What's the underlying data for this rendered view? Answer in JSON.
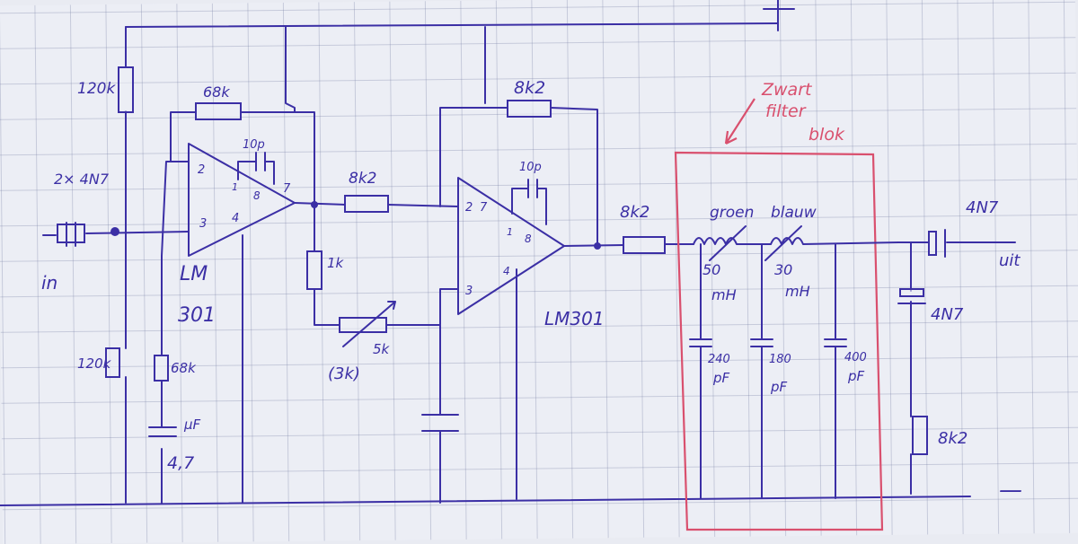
{
  "labels": {
    "plus": "+",
    "minus": "—",
    "r_top_left": "120k",
    "r_bottom_left": "120k",
    "r_feedback1": "68k",
    "r_bias1": "68k",
    "cap_in": "2× 4N7",
    "in_label": "in",
    "elco_value": "µF",
    "elco_value2": "4,7",
    "c_comp1": "10p",
    "opamp1_pin2": "2",
    "opamp1_pin3": "3",
    "opamp1_pin4": "4",
    "opamp1_pin7": "7",
    "opamp1_pin1": "1",
    "opamp1_pin8": "8",
    "opamp1_name_a": "LM",
    "opamp1_name_b": "301",
    "r_series1": "8k2",
    "r_1k": "1k",
    "pot_value": "5k",
    "pot_alt": "(3k)",
    "r_feedback2": "8k2",
    "c_comp2": "10p",
    "opamp2_pin2": "2",
    "opamp2_pin7": "7",
    "opamp2_pin3": "3",
    "opamp2_pin4": "4",
    "opamp2_pin1": "1",
    "opamp2_pin8": "8",
    "opamp2_name": "LM301",
    "r_series2": "8k2",
    "filter_note_1": "Zwart",
    "filter_note_2": "filter",
    "filter_note_3": "blok",
    "coil1_color": "groen",
    "coil2_color": "blauw",
    "coil1_value_a": "50",
    "coil1_value_b": "mH",
    "coil2_value_a": "30",
    "coil2_value_b": "mH",
    "c_f1_a": "240",
    "c_f1_b": "pF",
    "c_f2_a": "180",
    "c_f2_b": "pF",
    "c_f3_a": "400",
    "c_f3_b": "pF",
    "c_out": "4N7",
    "c_shunt": "4N7",
    "r_load": "8k2",
    "out_label": "uit"
  },
  "colors": {
    "ink": "#3b2fa5",
    "red_ink": "#d9506e",
    "paper": "#eceef5"
  }
}
